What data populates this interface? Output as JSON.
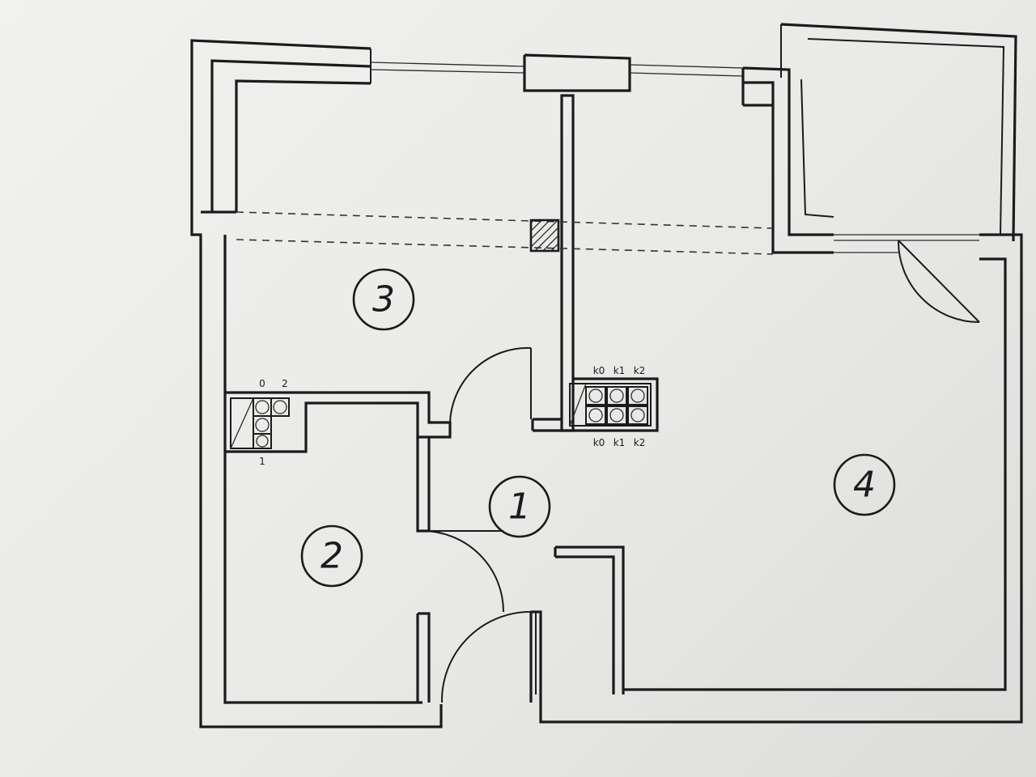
{
  "rooms": [
    {
      "id": "1",
      "label": "1"
    },
    {
      "id": "2",
      "label": "2"
    },
    {
      "id": "3",
      "label": "3"
    },
    {
      "id": "4",
      "label": "4"
    }
  ],
  "bathroom_fixture_labels": {
    "top_left": "0",
    "top_right": "2",
    "bottom": "1"
  },
  "kitchen_hood_labels": {
    "top": [
      "k0",
      "k1",
      "k2"
    ],
    "bottom": [
      "k0",
      "k1",
      "k2"
    ]
  },
  "colors": {
    "line": "#1b1b1b",
    "paper": "#eeeeec"
  }
}
